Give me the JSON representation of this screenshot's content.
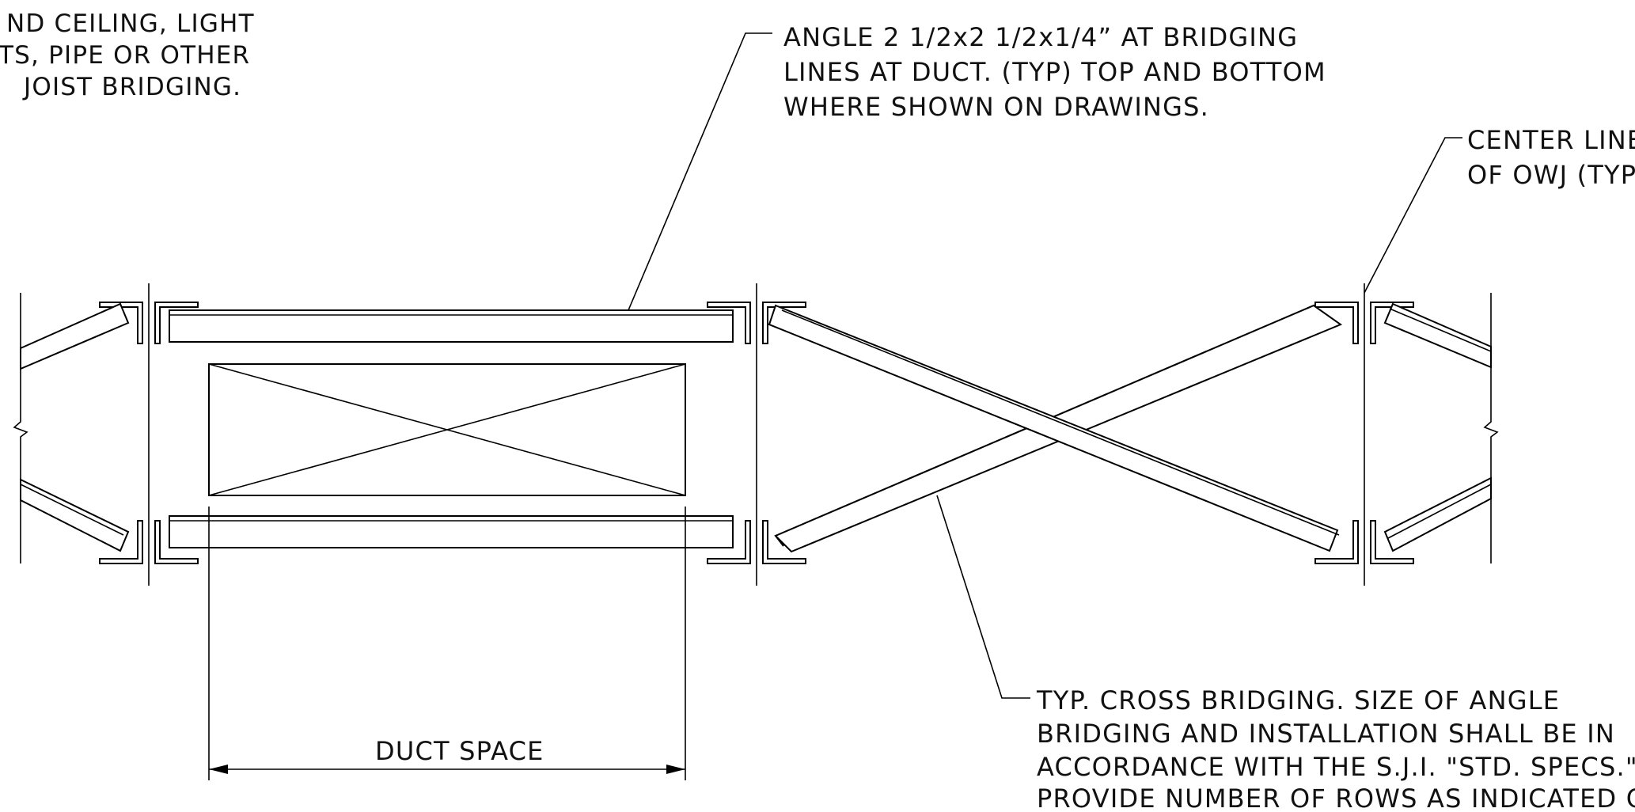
{
  "notes": {
    "corner_note": {
      "lines": [
        "ND CEILING, LIGHT",
        "TS, PIPE OR OTHER",
        "JOIST BRIDGING."
      ]
    },
    "angle_note": {
      "lines": [
        "ANGLE 2 1/2x2 1/2x1/4” AT BRIDGING",
        "LINES AT DUCT. (TYP) TOP AND BOTTOM",
        "WHERE SHOWN ON DRAWINGS."
      ]
    },
    "centerline_note": {
      "lines": [
        "CENTER LINE",
        "OF OWJ (TYP)"
      ]
    },
    "cross_bridging_note": {
      "lines": [
        "TYP. CROSS BRIDGING. SIZE OF ANGLE",
        "BRIDGING AND INSTALLATION SHALL BE IN",
        "ACCORDANCE WITH THE S.J.I. \"STD. SPECS.\"",
        "PROVIDE NUMBER OF ROWS AS INDICATED ON PLA"
      ]
    }
  },
  "dimension": {
    "label": "DUCT SPACE"
  },
  "colors": {
    "line": "#000000",
    "background": "#ffffff",
    "text": "#111111"
  }
}
